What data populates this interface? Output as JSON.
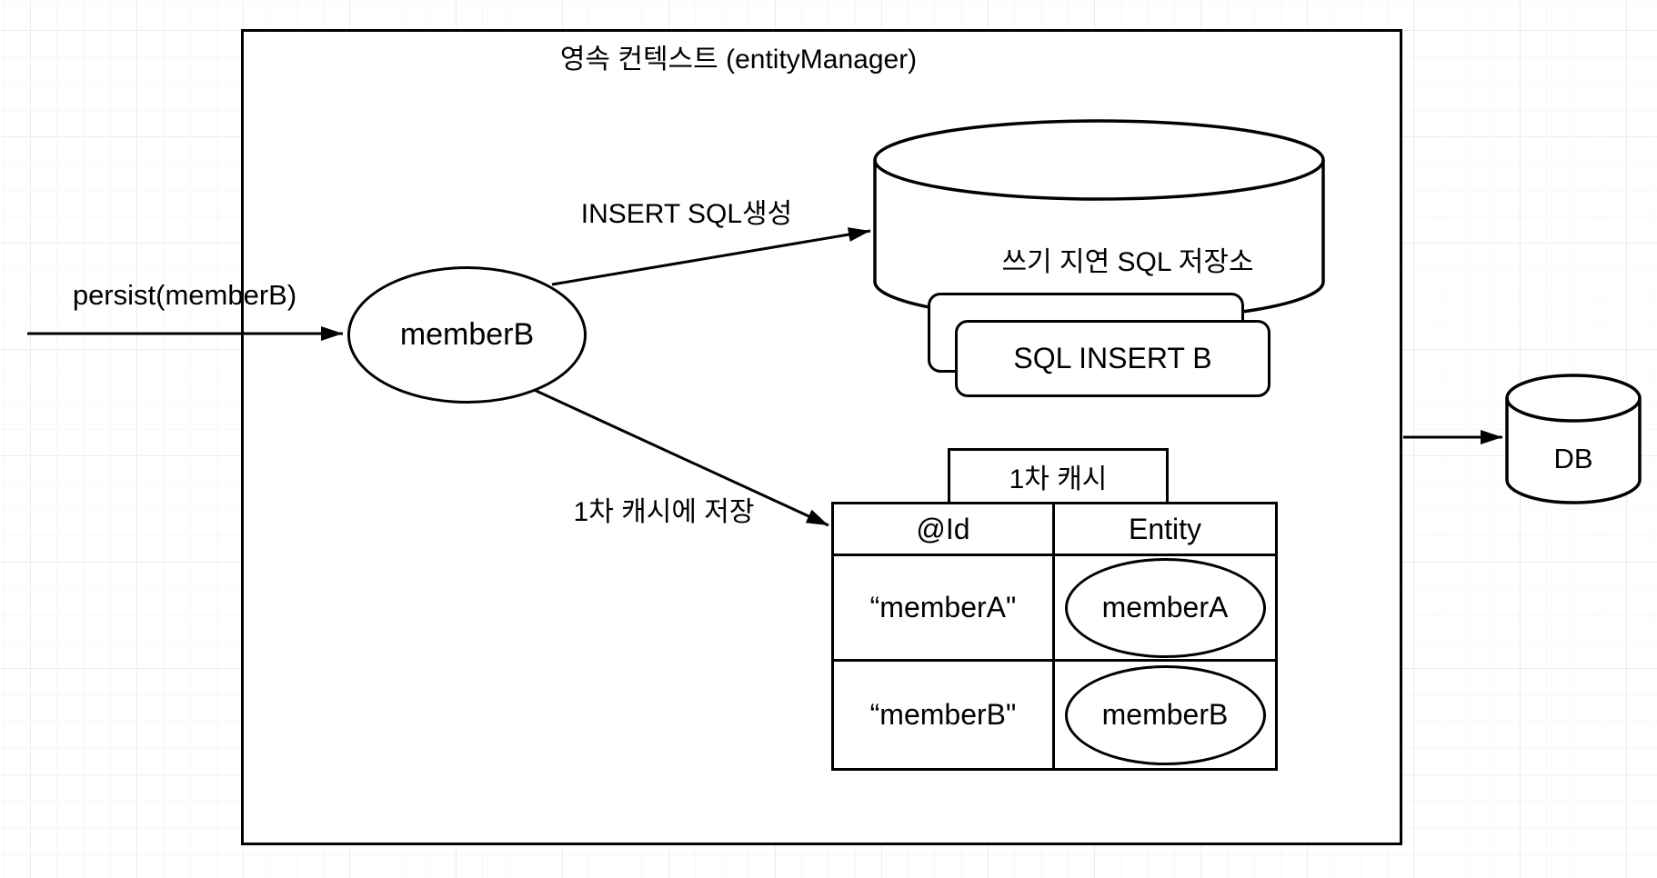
{
  "diagram": {
    "container_title": "영속 컨텍스트 (entityManager)",
    "persist_arrow_label": "persist(memberB)",
    "member_entity_label": "memberB",
    "insert_sql_arrow_label": "INSERT SQL생성",
    "sql_store_label": "쓰기 지연 SQL 저장소",
    "sql_card_label": "SQL INSERT B",
    "cache_arrow_label": "1차 캐시에 저장",
    "first_level_cache": {
      "tab_label": "1차 캐시",
      "columns": [
        "@Id",
        "Entity"
      ],
      "rows": [
        {
          "id": "“memberA\"",
          "entity": "memberA"
        },
        {
          "id": "“memberB\"",
          "entity": "memberB"
        }
      ]
    },
    "db_label": "DB",
    "colors": {
      "stroke": "#000000",
      "shape_fill": "#ffffff",
      "grid_minor": "#f7f7f7",
      "grid_major": "#ececec"
    }
  }
}
